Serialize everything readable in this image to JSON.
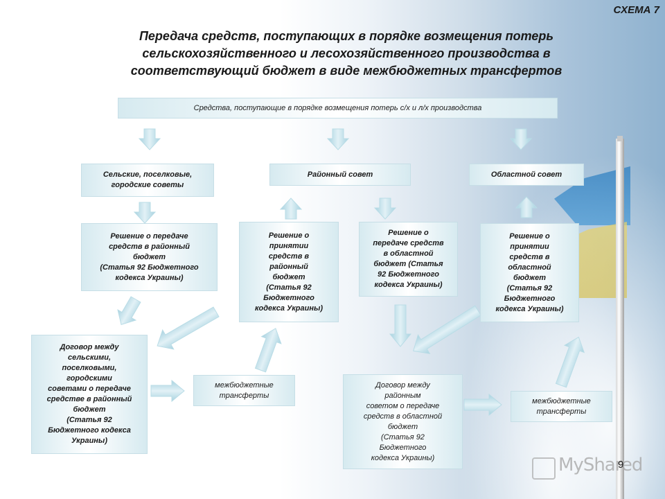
{
  "schema_label": "СХЕМА 7",
  "title": [
    "Передача средств, поступающих в порядке возмещения потерь",
    "сельскохозяйственного и лесохозяйственного производства в",
    "соответствующий бюджет в виде межбюджетных трансфертов"
  ],
  "boxes": {
    "top": "Средства, поступающие  в порядке возмещения потерь с/х и л/х производства",
    "village_councils": [
      "Сельские, поселковые,",
      "городские советы"
    ],
    "district_council": "Районный совет",
    "regional_council": "Областной совет",
    "decision_transfer_district": [
      "Решение о передаче",
      "средств в районный",
      "бюджет",
      "(Статья 92 Бюджетного",
      "кодекса Украины)"
    ],
    "decision_accept_district": [
      "Решение о",
      "принятии",
      "средств в",
      "районный",
      "бюджет",
      "(Статья 92",
      "Бюджетного",
      "кодекса Украины)"
    ],
    "decision_transfer_regional": [
      "Решение о",
      "передаче средств",
      "в областной",
      "бюджет (Статья",
      "92 Бюджетного",
      "кодекса Украины)"
    ],
    "decision_accept_regional": [
      "Решение о",
      "принятии",
      "средств в",
      "областной",
      "бюджет",
      "(Статья 92",
      "Бюджетного",
      "кодекса Украины)"
    ],
    "agreement_village": [
      "Договор между",
      "сельскими,",
      "поселковыми,",
      "городскими",
      "советами о передаче",
      "средстве в районный",
      "бюджет",
      "(Статья 92",
      "Бюджетного кодекса",
      "Украины)"
    ],
    "transfers_left": [
      "межбюджетные",
      "трансферты"
    ],
    "agreement_district": [
      "Договор между",
      "районным",
      "советом о передаче",
      "средств в областной",
      "бюджет",
      "(Статья 92",
      "Бюджетного",
      "кодекса Украины)"
    ],
    "transfers_right": [
      "межбюджетные",
      "трансферты"
    ]
  },
  "watermark": "MyShared",
  "page_number": "9"
}
